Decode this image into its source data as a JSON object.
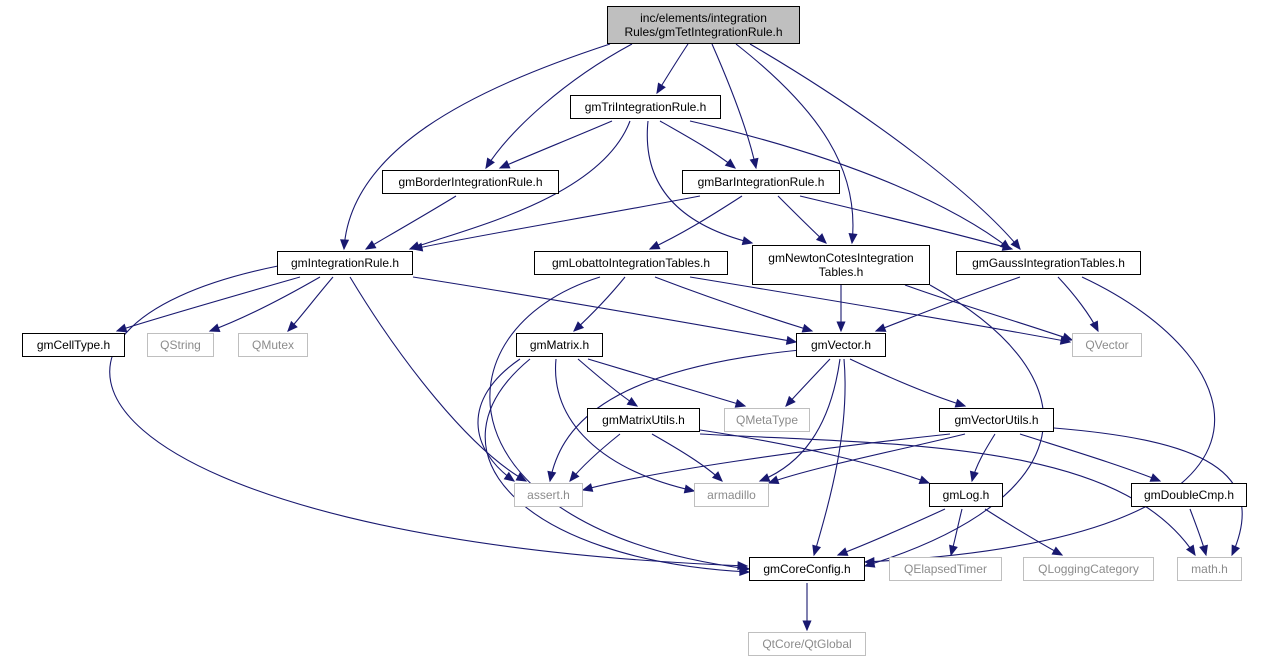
{
  "graph": {
    "title": "",
    "edge_color": "#191970",
    "nodes": [
      {
        "id": "root",
        "label": "inc/elements/integration\nRules/gmTetIntegrationRule.h",
        "kind": "root"
      },
      {
        "id": "tri",
        "label": "gmTriIntegrationRule.h",
        "kind": "internal"
      },
      {
        "id": "border",
        "label": "gmBorderIntegrationRule.h",
        "kind": "internal"
      },
      {
        "id": "bar",
        "label": "gmBarIntegrationRule.h",
        "kind": "internal"
      },
      {
        "id": "integ",
        "label": "gmIntegrationRule.h",
        "kind": "internal"
      },
      {
        "id": "lobatto",
        "label": "gmLobattoIntegrationTables.h",
        "kind": "internal"
      },
      {
        "id": "newton",
        "label": "gmNewtonCotesIntegration\nTables.h",
        "kind": "internal"
      },
      {
        "id": "gauss",
        "label": "gmGaussIntegrationTables.h",
        "kind": "internal"
      },
      {
        "id": "celltype",
        "label": "gmCellType.h",
        "kind": "internal"
      },
      {
        "id": "qstring",
        "label": "QString",
        "kind": "external"
      },
      {
        "id": "qmutex",
        "label": "QMutex",
        "kind": "external"
      },
      {
        "id": "matrix",
        "label": "gmMatrix.h",
        "kind": "internal"
      },
      {
        "id": "vector",
        "label": "gmVector.h",
        "kind": "internal"
      },
      {
        "id": "qvector",
        "label": "QVector",
        "kind": "external"
      },
      {
        "id": "matrixutils",
        "label": "gmMatrixUtils.h",
        "kind": "internal"
      },
      {
        "id": "qmetatype",
        "label": "QMetaType",
        "kind": "external"
      },
      {
        "id": "vectorutils",
        "label": "gmVectorUtils.h",
        "kind": "internal"
      },
      {
        "id": "assert",
        "label": "assert.h",
        "kind": "external"
      },
      {
        "id": "armadillo",
        "label": "armadillo",
        "kind": "external"
      },
      {
        "id": "log",
        "label": "gmLog.h",
        "kind": "internal"
      },
      {
        "id": "doublecmp",
        "label": "gmDoubleCmp.h",
        "kind": "internal"
      },
      {
        "id": "coreconfig",
        "label": "gmCoreConfig.h",
        "kind": "internal"
      },
      {
        "id": "elapsed",
        "label": "QElapsedTimer",
        "kind": "external"
      },
      {
        "id": "logcat",
        "label": "QLoggingCategory",
        "kind": "external"
      },
      {
        "id": "math",
        "label": "math.h",
        "kind": "external"
      },
      {
        "id": "qtglobal",
        "label": "QtCore/QtGlobal",
        "kind": "external"
      }
    ],
    "edges": [
      {
        "from": "root",
        "to": "tri"
      },
      {
        "from": "root",
        "to": "border"
      },
      {
        "from": "root",
        "to": "bar"
      },
      {
        "from": "root",
        "to": "integ"
      },
      {
        "from": "root",
        "to": "newton"
      },
      {
        "from": "root",
        "to": "gauss"
      },
      {
        "from": "tri",
        "to": "border"
      },
      {
        "from": "tri",
        "to": "bar"
      },
      {
        "from": "tri",
        "to": "integ"
      },
      {
        "from": "tri",
        "to": "newton"
      },
      {
        "from": "tri",
        "to": "gauss"
      },
      {
        "from": "border",
        "to": "integ"
      },
      {
        "from": "bar",
        "to": "integ"
      },
      {
        "from": "bar",
        "to": "lobatto"
      },
      {
        "from": "bar",
        "to": "newton"
      },
      {
        "from": "bar",
        "to": "gauss"
      },
      {
        "from": "integ",
        "to": "celltype"
      },
      {
        "from": "integ",
        "to": "qstring"
      },
      {
        "from": "integ",
        "to": "qmutex"
      },
      {
        "from": "integ",
        "to": "vector"
      },
      {
        "from": "integ",
        "to": "assert"
      },
      {
        "from": "integ",
        "to": "coreconfig"
      },
      {
        "from": "lobatto",
        "to": "matrix"
      },
      {
        "from": "lobatto",
        "to": "vector"
      },
      {
        "from": "lobatto",
        "to": "qvector"
      },
      {
        "from": "lobatto",
        "to": "coreconfig"
      },
      {
        "from": "newton",
        "to": "vector"
      },
      {
        "from": "newton",
        "to": "qvector"
      },
      {
        "from": "newton",
        "to": "coreconfig"
      },
      {
        "from": "gauss",
        "to": "vector"
      },
      {
        "from": "gauss",
        "to": "qvector"
      },
      {
        "from": "gauss",
        "to": "coreconfig"
      },
      {
        "from": "matrix",
        "to": "matrixutils"
      },
      {
        "from": "matrix",
        "to": "qmetatype"
      },
      {
        "from": "matrix",
        "to": "assert"
      },
      {
        "from": "matrix",
        "to": "armadillo"
      },
      {
        "from": "matrix",
        "to": "coreconfig"
      },
      {
        "from": "vector",
        "to": "qmetatype"
      },
      {
        "from": "vector",
        "to": "vectorutils"
      },
      {
        "from": "vector",
        "to": "assert"
      },
      {
        "from": "vector",
        "to": "armadillo"
      },
      {
        "from": "vector",
        "to": "coreconfig"
      },
      {
        "from": "matrixutils",
        "to": "assert"
      },
      {
        "from": "matrixutils",
        "to": "armadillo"
      },
      {
        "from": "matrixutils",
        "to": "log"
      },
      {
        "from": "matrixutils",
        "to": "math"
      },
      {
        "from": "vectorutils",
        "to": "assert"
      },
      {
        "from": "vectorutils",
        "to": "armadillo"
      },
      {
        "from": "vectorutils",
        "to": "log"
      },
      {
        "from": "vectorutils",
        "to": "doublecmp"
      },
      {
        "from": "vectorutils",
        "to": "math"
      },
      {
        "from": "log",
        "to": "coreconfig"
      },
      {
        "from": "log",
        "to": "elapsed"
      },
      {
        "from": "log",
        "to": "logcat"
      },
      {
        "from": "doublecmp",
        "to": "math"
      },
      {
        "from": "coreconfig",
        "to": "qtglobal"
      }
    ]
  }
}
